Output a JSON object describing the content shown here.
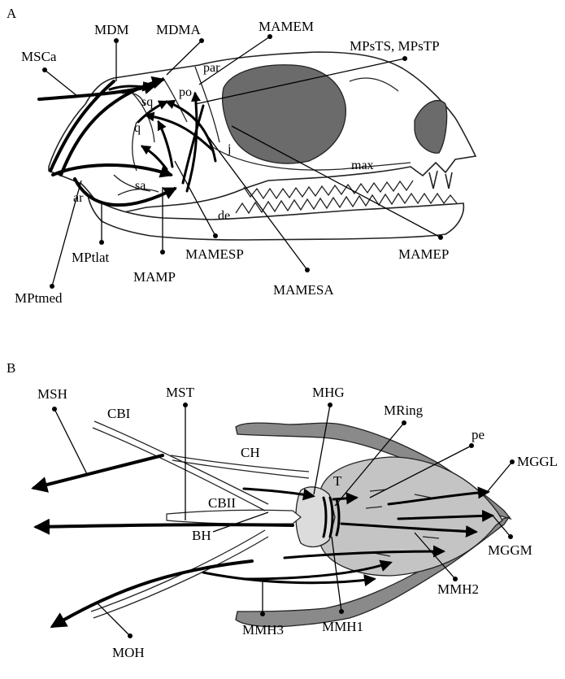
{
  "panels": {
    "a": "A",
    "b": "B"
  },
  "panel_a": {
    "labels": {
      "MSCa": "MSCa",
      "MDM": "MDM",
      "MDMA": "MDMA",
      "MAMEM": "MAMEM",
      "MPsTS": "MPsTS, MPsTP",
      "MPtlat": "MPtlat",
      "MPtmed": "MPtmed",
      "MAMP": "MAMP",
      "MAMESP": "MAMESP",
      "MAMESA": "MAMESA",
      "MAMEP": "MAMEP"
    },
    "bones": {
      "par": "par",
      "po": "po",
      "sq": "sq",
      "q": "q",
      "j": "j",
      "max": "max",
      "sa": "sa",
      "ar": "ar",
      "de": "de"
    },
    "colors": {
      "fenestra": "#6b6b6b"
    }
  },
  "panel_b": {
    "labels": {
      "MSH": "MSH",
      "MST": "MST",
      "MHG": "MHG",
      "MRing": "MRing",
      "MGGL": "MGGL",
      "MGGM": "MGGM",
      "MMH2": "MMH2",
      "MMH1": "MMH1",
      "MMH3": "MMH3",
      "MOH": "MOH"
    },
    "parts": {
      "CBI": "CBI",
      "CH": "CH",
      "CBII": "CBII",
      "BH": "BH",
      "T": "T",
      "pe": "pe"
    },
    "colors": {
      "jaw": "#8a8a8a",
      "tongue": "#c4c4c4"
    }
  }
}
